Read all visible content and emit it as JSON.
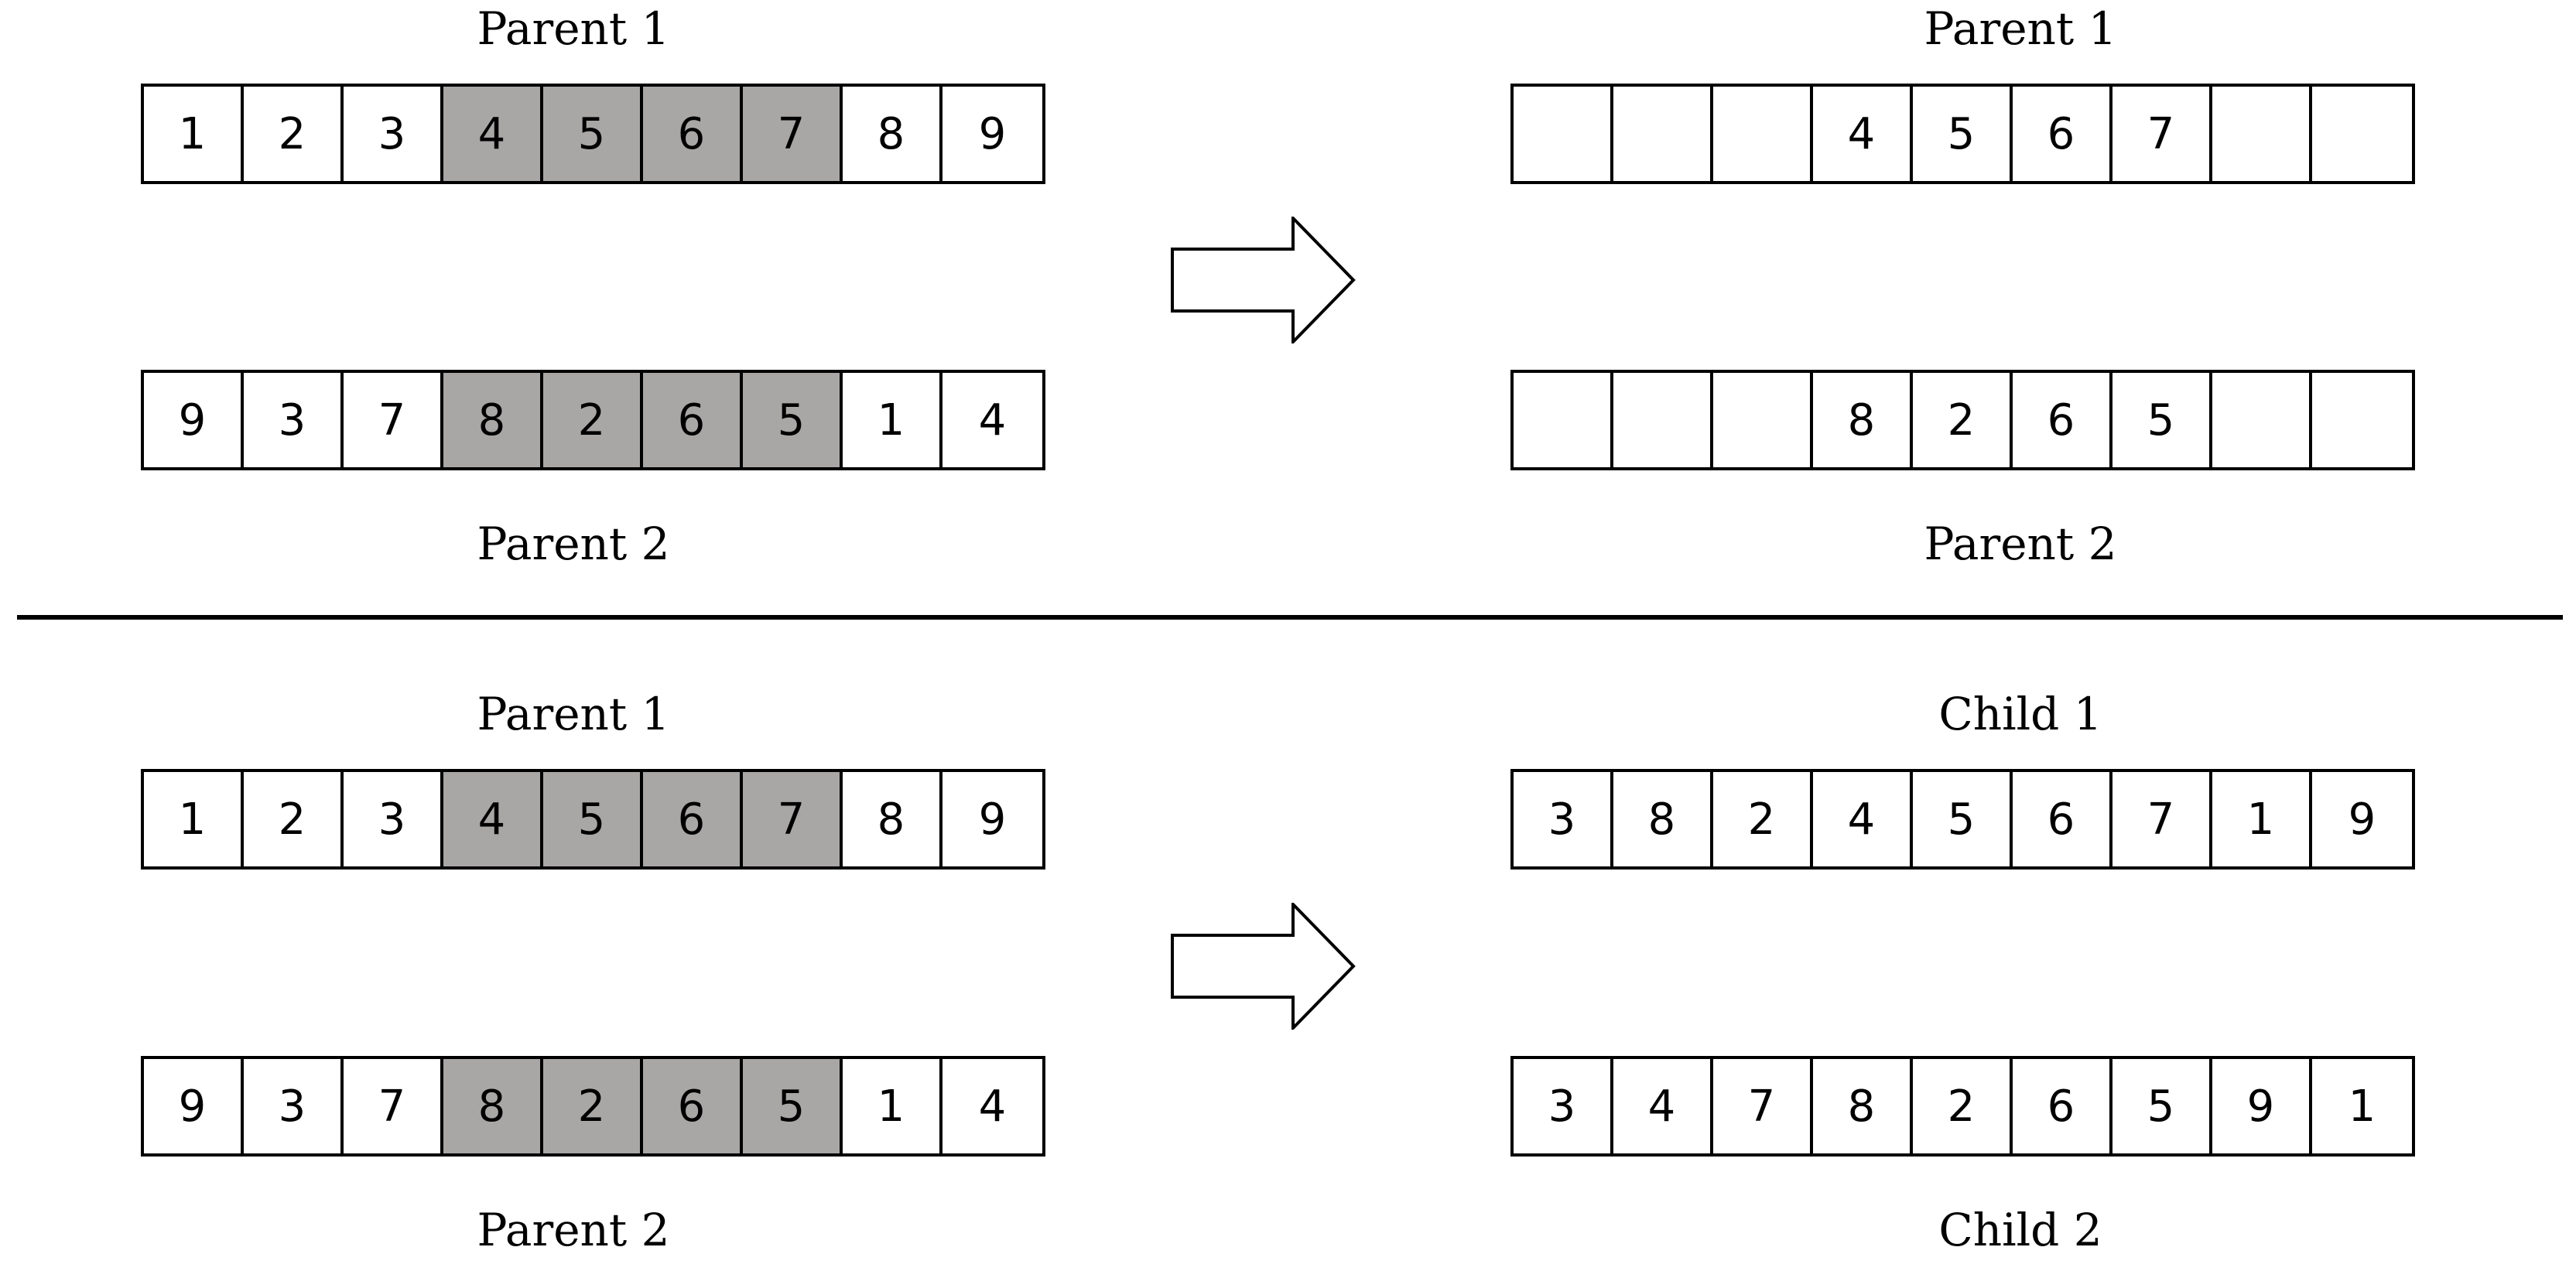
{
  "panels": [
    {
      "left_top_label": "Parent 1",
      "left_top_cells": [
        "1",
        "2",
        "3",
        "4",
        "5",
        "6",
        "7",
        "8",
        "9"
      ],
      "left_bottom_cells": [
        "9",
        "3",
        "7",
        "8",
        "2",
        "6",
        "5",
        "1",
        "4"
      ],
      "left_bottom_label": "Parent 2",
      "right_top_label": "Parent 1",
      "right_top_cells": [
        "",
        "",
        "",
        "4",
        "5",
        "6",
        "7",
        "",
        ""
      ],
      "right_bottom_cells": [
        "",
        "",
        "",
        "8",
        "2",
        "6",
        "5",
        "",
        ""
      ],
      "right_bottom_label": "Parent 2"
    },
    {
      "left_top_label": "Parent 1",
      "left_top_cells": [
        "1",
        "2",
        "3",
        "4",
        "5",
        "6",
        "7",
        "8",
        "9"
      ],
      "left_bottom_cells": [
        "9",
        "3",
        "7",
        "8",
        "2",
        "6",
        "5",
        "1",
        "4"
      ],
      "left_bottom_label": "Parent 2",
      "right_top_label": "Child 1",
      "right_top_cells": [
        "3",
        "8",
        "2",
        "4",
        "5",
        "6",
        "7",
        "1",
        "9"
      ],
      "right_bottom_cells": [
        "3",
        "4",
        "7",
        "8",
        "2",
        "6",
        "5",
        "9",
        "1"
      ],
      "right_bottom_label": "Child 2"
    }
  ],
  "crossover_segment": [
    3,
    6
  ],
  "colors": {
    "shaded_cell": "#a9a6a6",
    "border": "#000000",
    "background": "#ffffff"
  },
  "icons": {
    "arrow": "right-arrow-icon"
  }
}
